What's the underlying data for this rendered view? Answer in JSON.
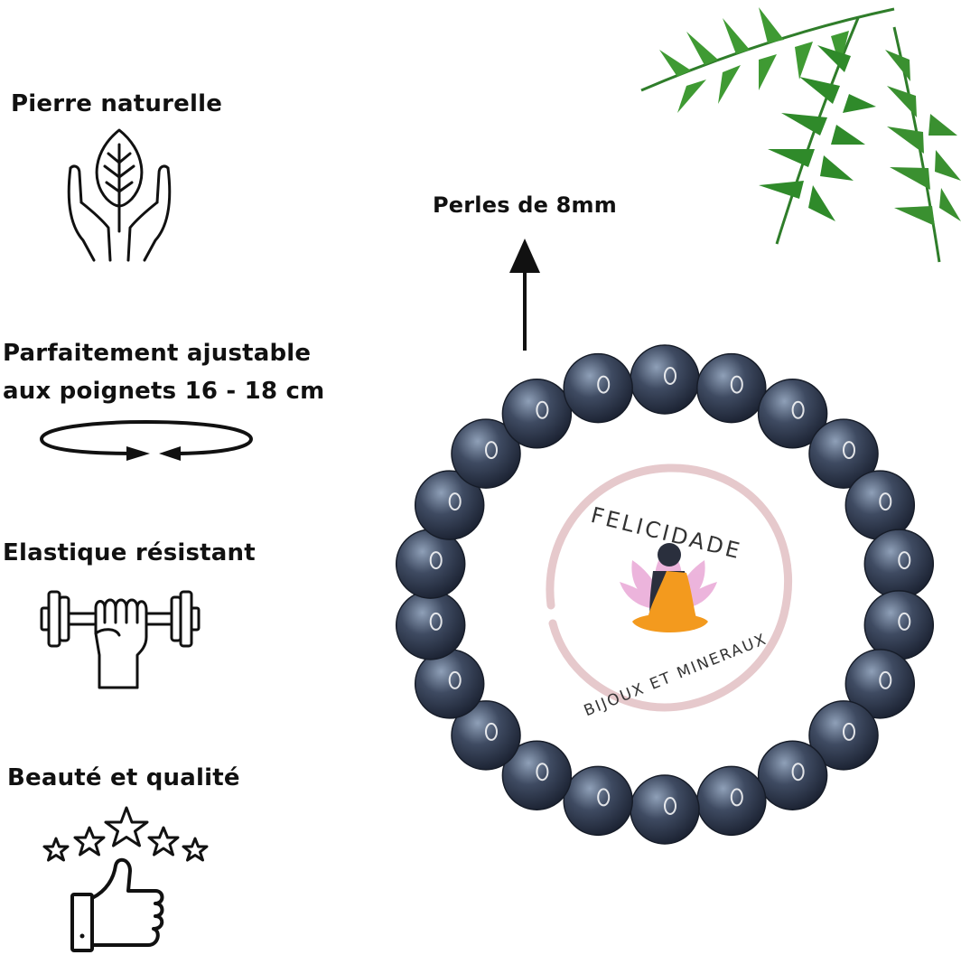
{
  "features": {
    "natural": {
      "label": "Pierre naturelle",
      "icon": "hands-leaf-icon"
    },
    "adjustable": {
      "label_line1": "Parfaitement  ajustable",
      "label_line2": "aux poignets 16 - 18 cm",
      "icon": "rotate-arrows-icon"
    },
    "elastic": {
      "label": "Elastique résistant",
      "icon": "dumbbell-fist-icon"
    },
    "quality": {
      "label": "Beauté et qualité",
      "icon": "stars-thumbs-up-icon"
    }
  },
  "product": {
    "bead_size_label": "Perles de 8mm",
    "bead_count": 22,
    "bead_color": "#2f3a4f"
  },
  "brand": {
    "name_top": "FELICIDADE",
    "name_bottom": "BIJOUX ET MINERAUX",
    "ring_color": "#e6c9cc",
    "buddha_color": "#f39a1e",
    "lotus_color": "#e9a8d6"
  }
}
